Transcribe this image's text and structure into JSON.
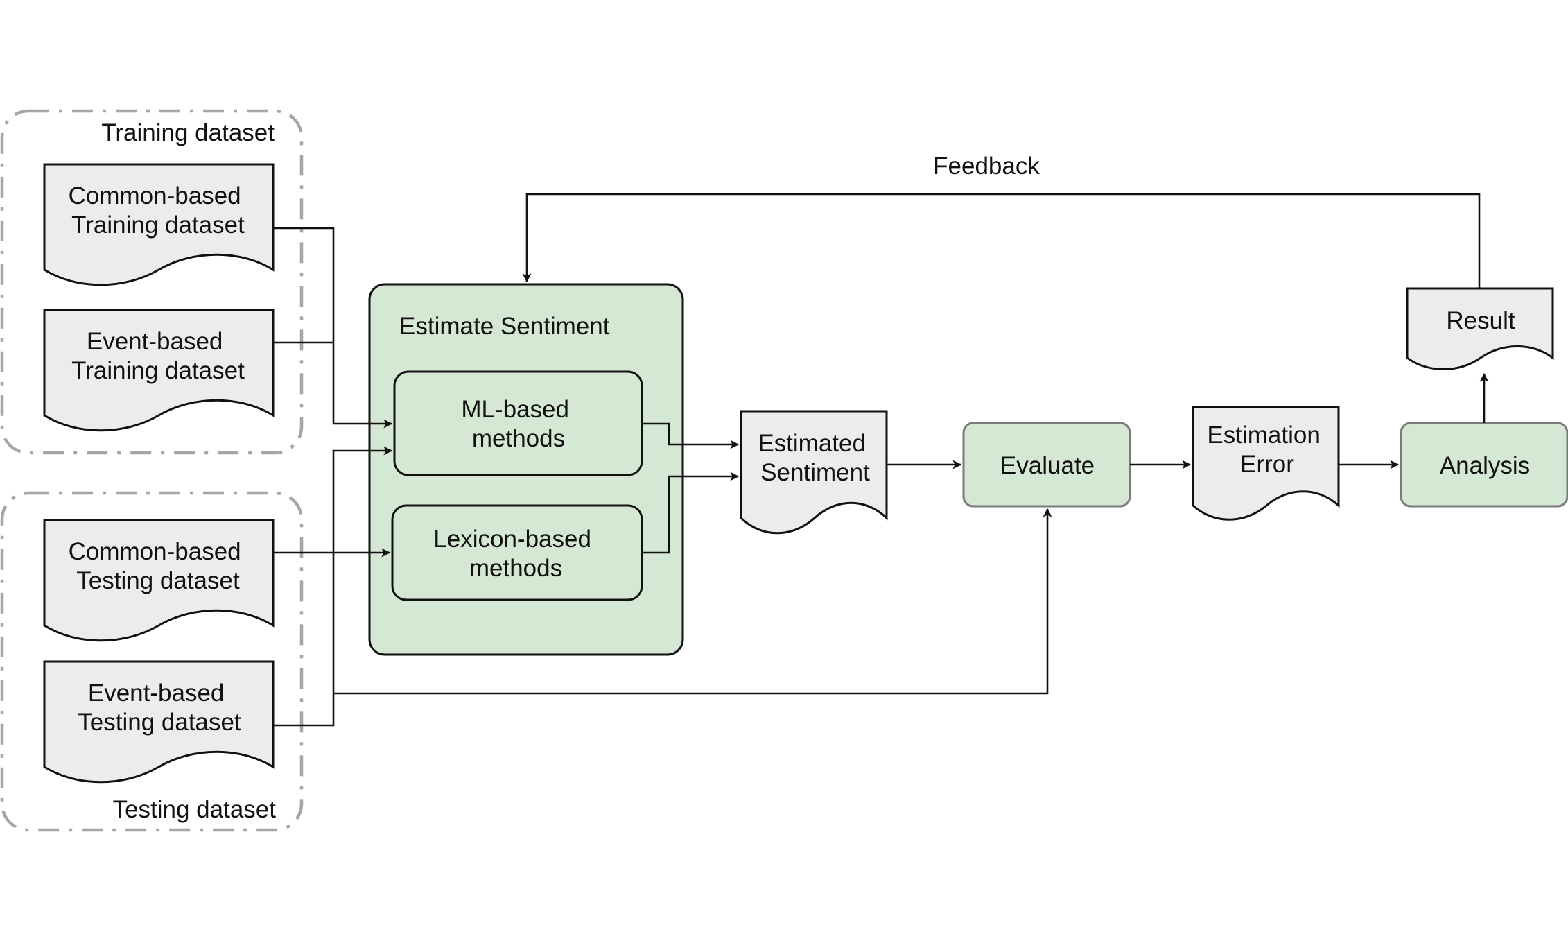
{
  "groups": {
    "training": "Training dataset",
    "testing": "Testing dataset"
  },
  "documents": {
    "common_training": [
      "Common-based",
      "Training dataset"
    ],
    "event_training": [
      "Event-based",
      "Training dataset"
    ],
    "common_testing": [
      "Common-based",
      "Testing dataset"
    ],
    "event_testing": [
      "Event-based",
      "Testing dataset"
    ],
    "estimated_sentiment": [
      "Estimated",
      "Sentiment"
    ],
    "estimation_error": [
      "Estimation",
      "Error"
    ],
    "result": [
      "Result"
    ]
  },
  "processes": {
    "estimate_sentiment": "Estimate Sentiment",
    "ml_methods": [
      "ML-based",
      "methods"
    ],
    "lexicon_methods": [
      "Lexicon-based",
      "methods"
    ],
    "evaluate": "Evaluate",
    "analysis": "Analysis"
  },
  "edges": {
    "feedback": "Feedback"
  },
  "colors": {
    "process_fill": "#d5e8d4",
    "document_fill": "#ececec",
    "group_border": "#a6a6a6",
    "line": "#111111"
  }
}
